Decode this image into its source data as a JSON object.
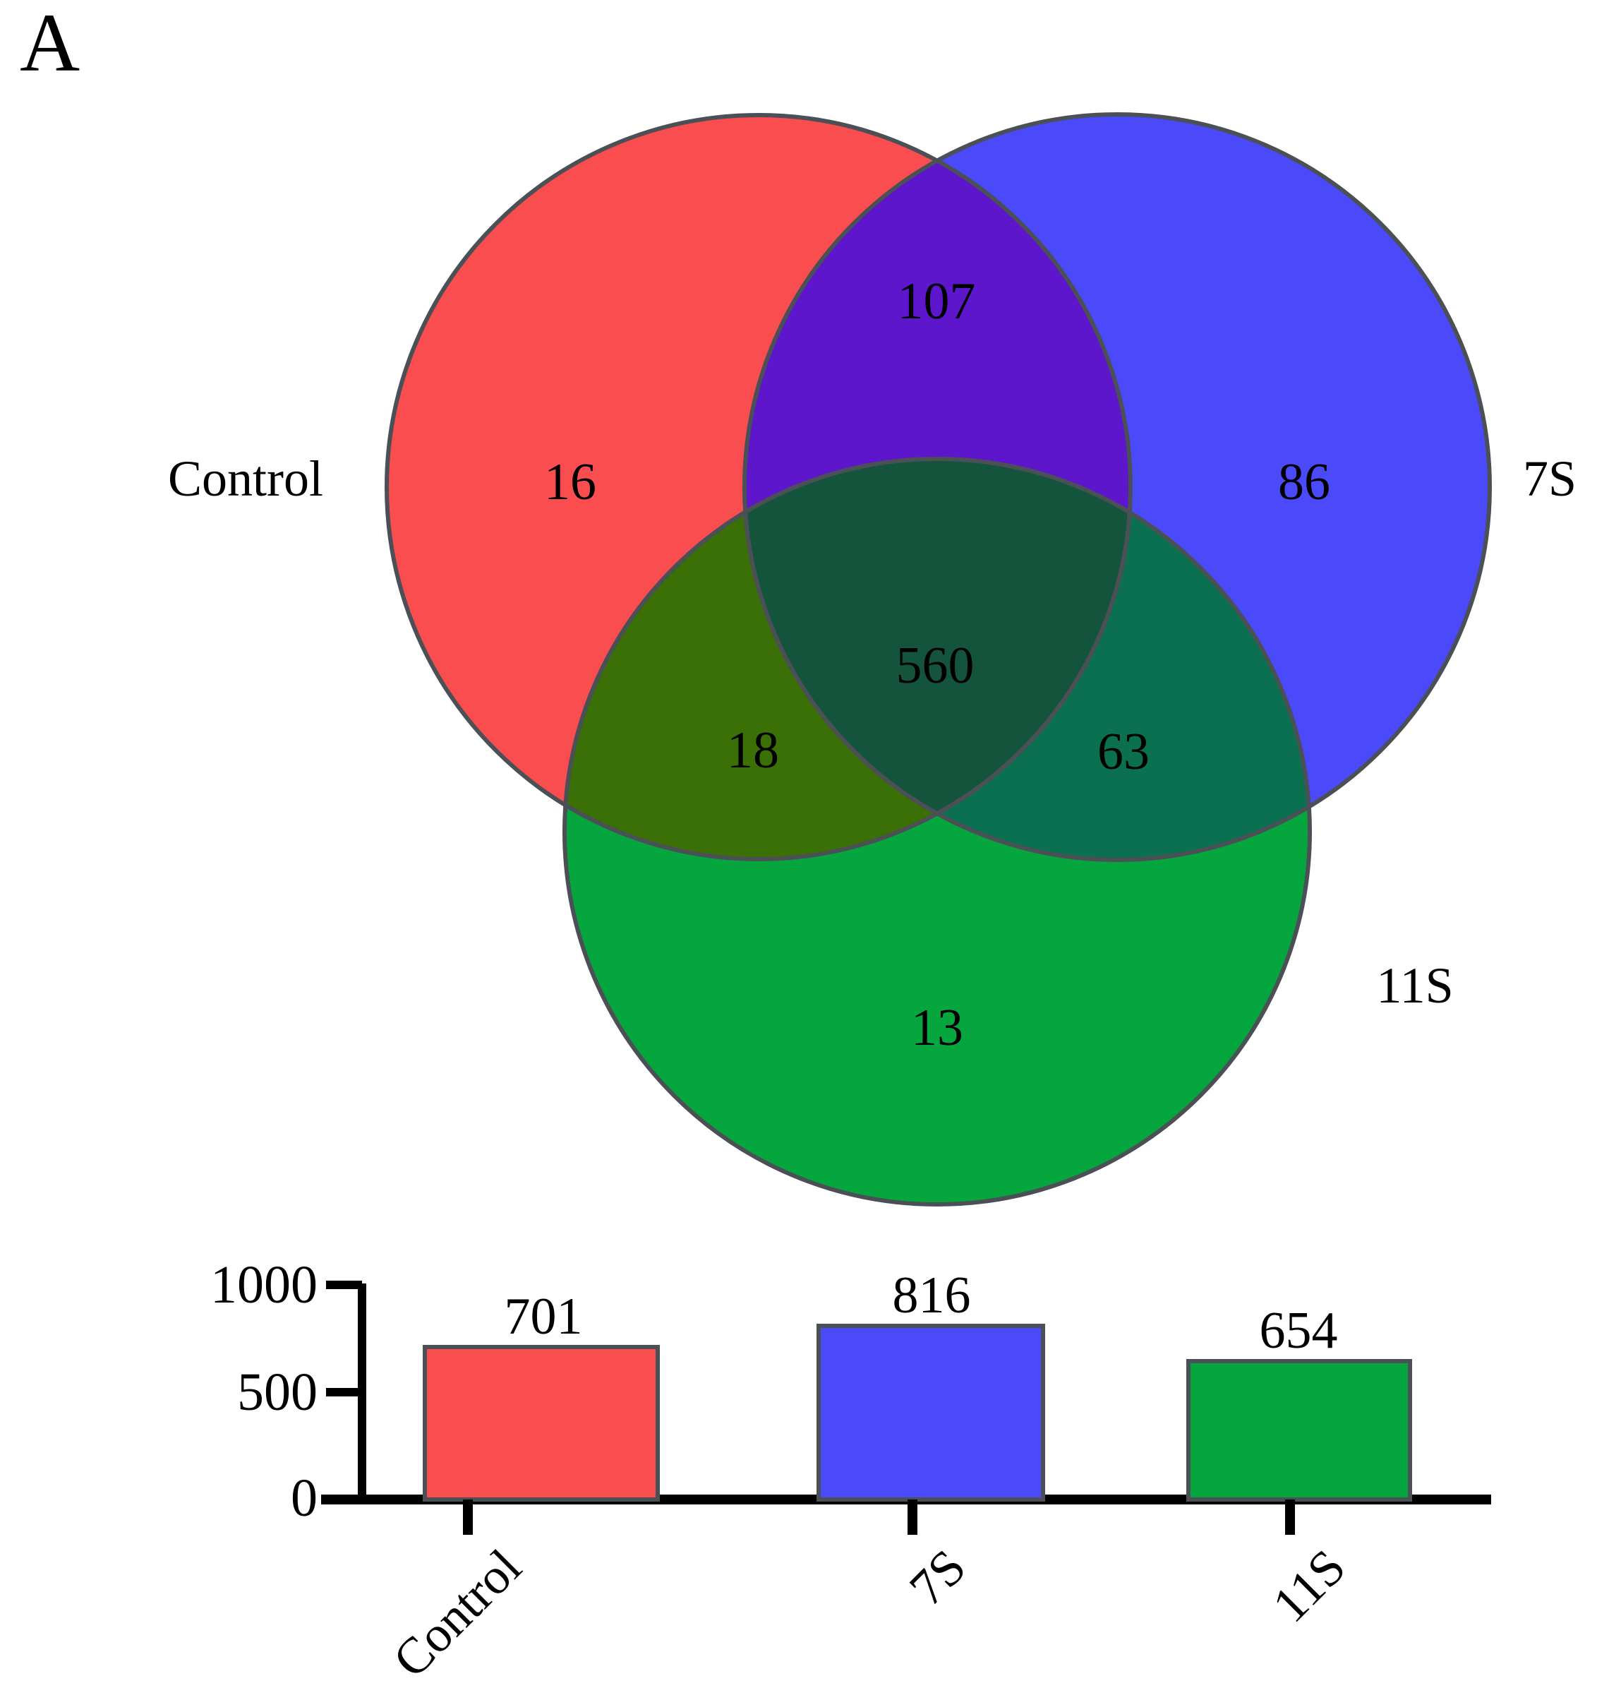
{
  "panel": {
    "label": "A"
  },
  "venn": {
    "set_labels": {
      "control": "Control",
      "s7": "7S",
      "s11": "11S"
    },
    "counts": {
      "control_only": "16",
      "s7_only": "86",
      "s11_only": "13",
      "control_s7": "107",
      "control_s11": "18",
      "s7_s11": "63",
      "all_three": "560"
    },
    "colors": {
      "control": "#FA4D50",
      "s7": "#4A4AFA",
      "s11": "#06A63E",
      "outline": "#4A5055"
    }
  },
  "chart_data": {
    "type": "bar",
    "categories": [
      "Control",
      "7S",
      "11S"
    ],
    "values": [
      701,
      816,
      654
    ],
    "value_labels": [
      "701",
      "816",
      "654"
    ],
    "colors": [
      "#FA4D50",
      "#4A4AFA",
      "#06A63E"
    ],
    "title": "",
    "xlabel": "",
    "ylabel": "",
    "ylim": [
      0,
      1000
    ],
    "yticks": [
      0,
      500,
      1000
    ],
    "ytick_labels": [
      "0",
      "500",
      "1000"
    ],
    "grid": false,
    "legend": "none"
  }
}
